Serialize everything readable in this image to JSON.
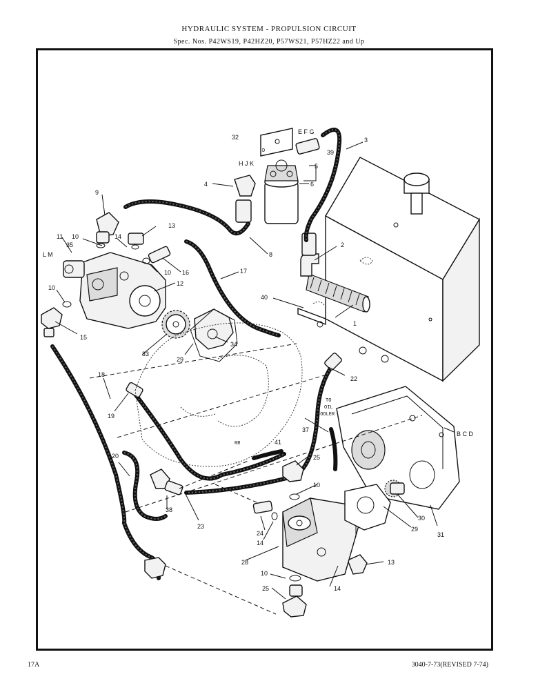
{
  "header": {
    "title": "HYDRAULIC SYSTEM - PROPULSION CIRCUIT",
    "spec": "Spec. Nos. P42WS19, P42HZ20, P57WS21, P57HZ22 and Up"
  },
  "footer": {
    "page_number": "17A",
    "document_number": "3040-7-73(REVISED 7-74)"
  },
  "callouts": {
    "c1": "1",
    "c2": "2",
    "c3": "3",
    "c4": "4",
    "c5": "5",
    "c6": "6",
    "c8": "8",
    "c9": "9",
    "c10a": "10",
    "c10b": "10",
    "c10c": "10",
    "c10d": "10",
    "c10e": "10",
    "c11": "11",
    "c12": "12",
    "c13a": "13",
    "c13b": "13",
    "c14a": "14",
    "c14b": "14",
    "c14c": "14",
    "c15": "15",
    "c16": "16",
    "c17": "17",
    "c18": "18",
    "c19": "19",
    "c20": "20",
    "c22": "22",
    "c23": "23",
    "c24": "24",
    "c25a": "25",
    "c25b": "25",
    "c28": "28",
    "c29a": "29",
    "c29b": "29",
    "c30": "30",
    "c31": "31",
    "c32": "32",
    "c33": "33",
    "c34": "34",
    "c35": "35",
    "c37": "37",
    "c38": "38",
    "c39": "39",
    "c40": "40",
    "c41": "41",
    "efg": "E F G",
    "hjk": "H J K",
    "lm": "L M",
    "bcd": "B C D",
    "oil_cooler_1": "TO",
    "oil_cooler_2": "OIL",
    "oil_cooler_3": "COOLER",
    "plate_d": "D",
    "tag": "RR"
  }
}
